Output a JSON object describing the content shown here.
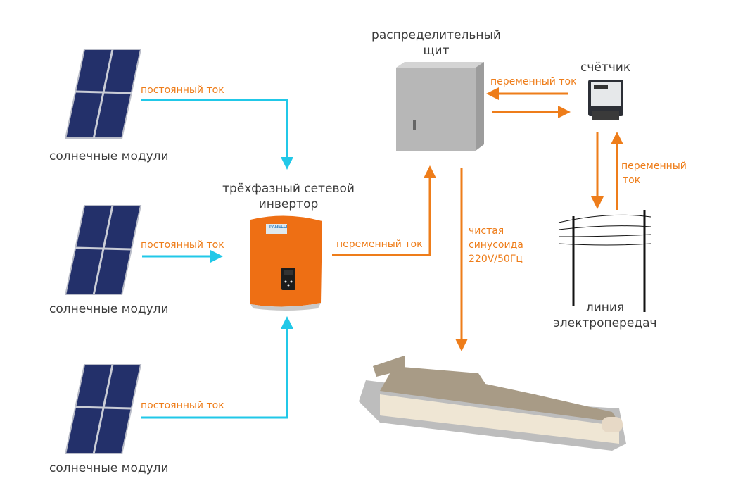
{
  "colors": {
    "dc_line": "#21c8e8",
    "ac_line": "#ee7d1a",
    "label_text": "#3a3a3a",
    "flow_text": "#ee7d1a",
    "panel_cell": "#23306a",
    "inverter_body": "#ee6f14"
  },
  "solar_modules": [
    {
      "label": "солнечные модули",
      "flow_label": "постоянный ток"
    },
    {
      "label": "солнечные модули",
      "flow_label": "постоянный ток"
    },
    {
      "label": "солнечные модули",
      "flow_label": "постоянный ток"
    }
  ],
  "inverter": {
    "title_line1": "трёхфазный сетевой",
    "title_line2": "инвертор",
    "brand": "PANELLI",
    "output_label": "переменный ток"
  },
  "distribution_board": {
    "title_line1": "распределительный",
    "title_line2": "щит"
  },
  "meter": {
    "title": "счётчик",
    "flow_label_top": "переменный ток",
    "flow_label_side_line1": "переменный",
    "flow_label_side_line2": "ток"
  },
  "consumer_output": {
    "line1": "чистая",
    "line2": "синусоида",
    "line3": "220V/50Гц"
  },
  "power_line": {
    "title_line1": "линия",
    "title_line2": "электропередач"
  }
}
